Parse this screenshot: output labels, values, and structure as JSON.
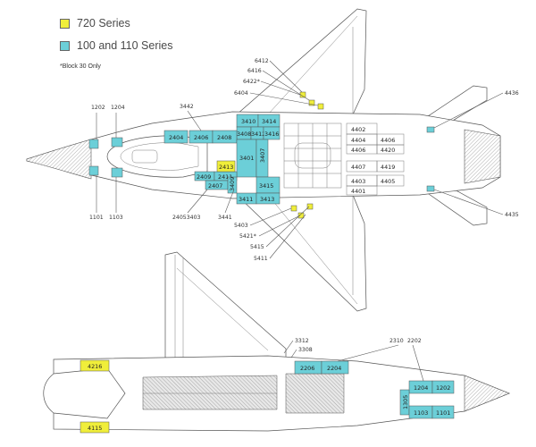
{
  "legend": {
    "items": [
      {
        "label": "720 Series",
        "color": "#f0ee3a"
      },
      {
        "label": "100 and 110 Series",
        "color": "#6ccfd8"
      }
    ],
    "note": "*Block 30 Only"
  },
  "colors": {
    "yellow": "#f0ee3a",
    "cyan": "#6ccfd8",
    "outline": "#555555",
    "hatch": "#999999"
  },
  "top_view": {
    "panels_cyan": [
      "3410",
      "3414",
      "3408",
      "3412",
      "3416",
      "2404",
      "2406",
      "2408",
      "3401",
      "3407",
      "2409",
      "2411",
      "2407",
      "3409",
      "3415",
      "3411",
      "3413"
    ],
    "panels_yellow": [
      "2413"
    ],
    "panels_plain": [
      "4402",
      "4404",
      "4406",
      "4406",
      "4420",
      "4407",
      "4419",
      "4403",
      "4405",
      "4401"
    ],
    "callouts": [
      "1202",
      "1204",
      "3442",
      "6412",
      "6416",
      "6422*",
      "6404",
      "4436",
      "1101",
      "1103",
      "24053403",
      "3441",
      "5403",
      "5421*",
      "5415",
      "5411",
      "4435"
    ]
  },
  "bottom_view": {
    "panels_yellow": [
      "4216",
      "4115"
    ],
    "panels_cyan": [
      "2206",
      "2204",
      "1204",
      "1202",
      "1305",
      "1103",
      "1101"
    ],
    "callouts": [
      "3312",
      "3308",
      "2310",
      "2202"
    ]
  }
}
